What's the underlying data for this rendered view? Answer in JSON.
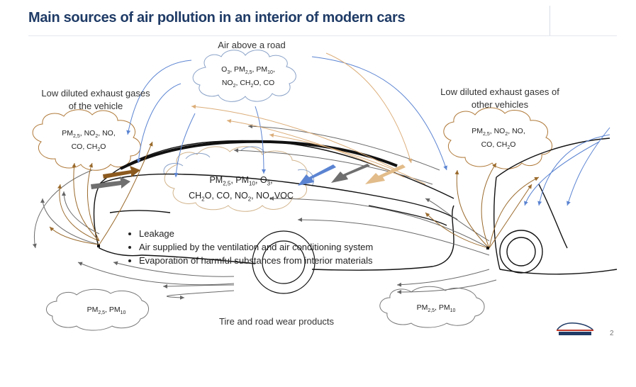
{
  "slide": {
    "title": "Main sources of air pollution in an interior of modern cars",
    "page_number": "2"
  },
  "labels": {
    "air_above_road": "Air above a road",
    "own_exhaust": [
      "Low diluted exhaust gases",
      "of the vehicle"
    ],
    "other_exhaust": [
      "Low diluted exhaust gases of",
      "other vehicles"
    ],
    "tire_wear": "Tire and road wear products"
  },
  "clouds": {
    "top": {
      "line1": [
        {
          "t": "O"
        },
        {
          "s": "3"
        },
        {
          "t": ", PM"
        },
        {
          "s": "2,5"
        },
        {
          "t": ", PM"
        },
        {
          "s": "10"
        },
        {
          "t": ","
        }
      ],
      "line2": [
        {
          "t": "NO"
        },
        {
          "s": "2"
        },
        {
          "t": ", CH"
        },
        {
          "s": "2"
        },
        {
          "t": "O, CO"
        }
      ]
    },
    "left": {
      "line1": [
        {
          "t": "PM"
        },
        {
          "s": "2,5"
        },
        {
          "t": ", NO"
        },
        {
          "s": "2"
        },
        {
          "t": ", NO,"
        }
      ],
      "line2": [
        {
          "t": "CO, CH"
        },
        {
          "s": "2"
        },
        {
          "t": "O"
        }
      ]
    },
    "right": {
      "line1": [
        {
          "t": "PM"
        },
        {
          "s": "2,5"
        },
        {
          "t": ", NO"
        },
        {
          "s": "2"
        },
        {
          "t": ", NO,"
        }
      ],
      "line2": [
        {
          "t": "CO, CH"
        },
        {
          "s": "2"
        },
        {
          "t": "O"
        }
      ]
    },
    "center": {
      "line1": [
        {
          "t": "PM"
        },
        {
          "s": "2,5"
        },
        {
          "t": ", PM"
        },
        {
          "s": "10"
        },
        {
          "t": ", O"
        },
        {
          "s": "3"
        },
        {
          "t": ","
        }
      ],
      "line2": [
        {
          "t": "CH"
        },
        {
          "s": "2"
        },
        {
          "t": "O, CO, NO"
        },
        {
          "s": "2"
        },
        {
          "t": ", NO, VOC"
        }
      ]
    },
    "bottom_left": {
      "line1": [
        {
          "t": "PM"
        },
        {
          "s": "2,5"
        },
        {
          "t": ", PM"
        },
        {
          "s": "10"
        }
      ]
    },
    "bottom_right": {
      "line1": [
        {
          "t": "PM"
        },
        {
          "s": "2,5"
        },
        {
          "t": ", PM"
        },
        {
          "s": "10"
        }
      ]
    }
  },
  "ingress_sources": [
    "Leakage",
    "Air supplied by the ventilation and air conditioning system",
    "Evaporation of harmful substances from interior materials"
  ],
  "colors": {
    "title": "#1f3b66",
    "cloud_outline_left": "#b07a3a",
    "cloud_outline_top": "#8aa2c8",
    "arrow_blue": "#5b84d2",
    "arrow_gray": "#6f6f6f",
    "arrow_brown": "#8c5a1f",
    "arrow_tan": "#e2bc8a"
  }
}
